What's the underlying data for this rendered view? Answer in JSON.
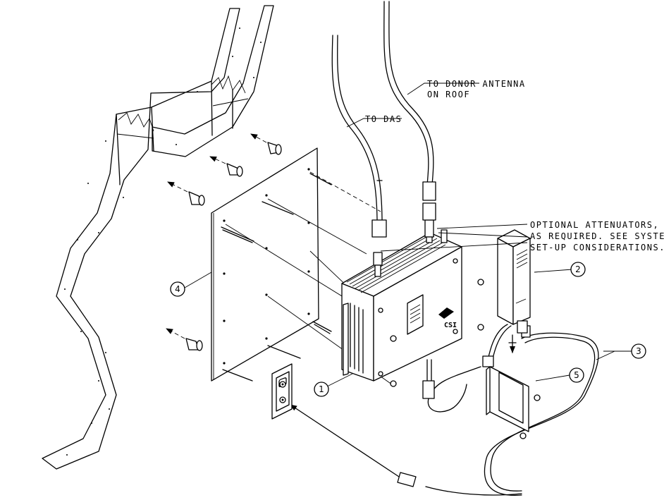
{
  "callouts": {
    "donor": [
      "TO DONOR ANTENNA",
      "ON ROOF"
    ],
    "das": "TO DAS",
    "attenuators": [
      "OPTIONAL ATTENUATORS,",
      "AS REQUIRED. SEE SYSTEM",
      "SET-UP CONSIDERATIONS."
    ]
  },
  "parts": {
    "p1": "1",
    "p2": "2",
    "p3": "3",
    "p4": "4",
    "p5": "5"
  },
  "brand": "CSI"
}
